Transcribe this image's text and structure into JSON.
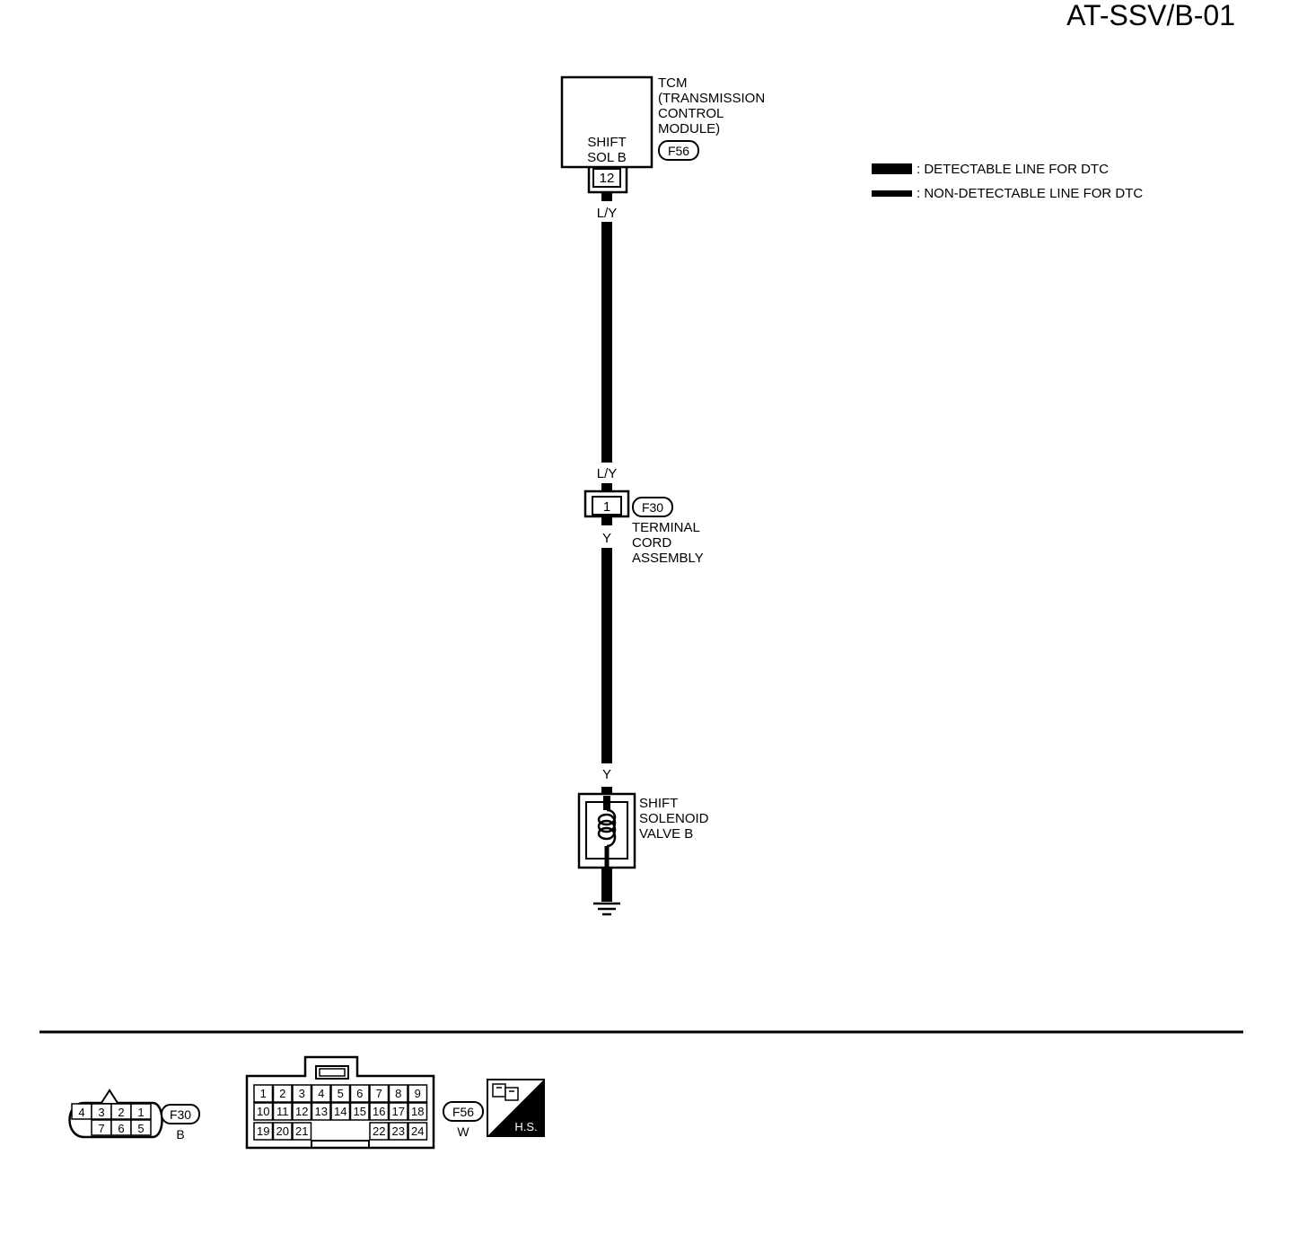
{
  "page_code": "AT-SSV/B-01",
  "tcm": {
    "name_lines": [
      "TCM",
      "(TRANSMISSION",
      "CONTROL",
      "MODULE)"
    ],
    "pin_label_lines": [
      "SHIFT",
      "SOL B"
    ],
    "terminal": "12",
    "connector_id": "F56"
  },
  "legend": {
    "detectable": ": DETECTABLE LINE FOR DTC",
    "non_detectable": ": NON-DETECTABLE LINE FOR DTC"
  },
  "wires": {
    "upper_color_top": "L/Y",
    "upper_color_bottom": "L/Y",
    "lower_color_top": "Y",
    "lower_color_bottom": "Y"
  },
  "terminal_cord": {
    "terminal": "1",
    "connector_id": "F30",
    "name_lines": [
      "TERMINAL",
      "CORD",
      "ASSEMBLY"
    ]
  },
  "solenoid": {
    "name_lines": [
      "SHIFT",
      "SOLENOID",
      "VALVE B"
    ]
  },
  "connector_views": {
    "f30": {
      "id": "F30",
      "color": "B",
      "top_row": [
        "4",
        "3",
        "2",
        "1"
      ],
      "bottom_row": [
        "7",
        "6",
        "5"
      ]
    },
    "f56": {
      "id": "F56",
      "color": "W",
      "row1": [
        "1",
        "2",
        "3",
        "4",
        "5",
        "6",
        "7",
        "8",
        "9"
      ],
      "row2": [
        "10",
        "11",
        "12",
        "13",
        "14",
        "15",
        "16",
        "17",
        "18"
      ],
      "row3_left": [
        "19",
        "20",
        "21"
      ],
      "row3_right": [
        "22",
        "23",
        "24"
      ]
    },
    "hs_badge": "H.S."
  }
}
